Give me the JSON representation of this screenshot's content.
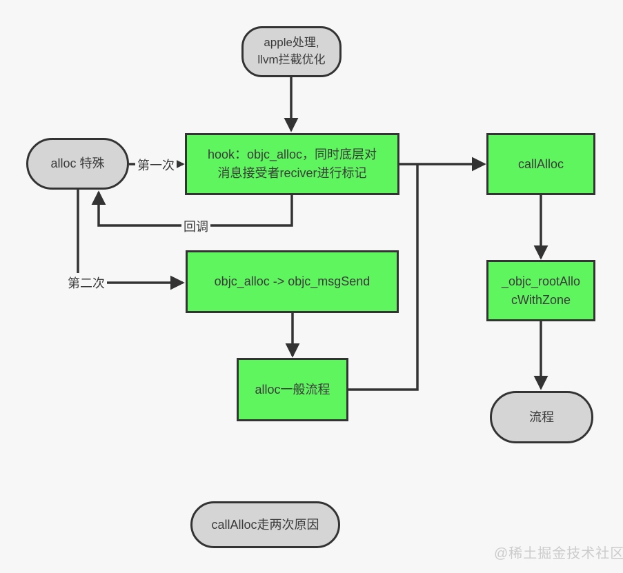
{
  "background": "#f7f7f7",
  "colors": {
    "node_green_fill": "#5ef55e",
    "node_gray_fill": "#d5d5d5",
    "border_and_line": "#333333",
    "text": "#3b3b3b",
    "watermark": "#cccccc"
  },
  "nodes": {
    "apple": {
      "label": "apple处理,\nllvm拦截优化"
    },
    "alloc_special": {
      "label": "alloc 特殊"
    },
    "hook": {
      "label": "hook：objc_alloc，同时底层对\n消息接受者reciver进行标记"
    },
    "call_alloc": {
      "label": "callAlloc"
    },
    "objc_msgsend": {
      "label": "objc_alloc -> objc_msgSend"
    },
    "alloc_general": {
      "label": "alloc一般流程"
    },
    "root_alloc_with_zone": {
      "label": "_objc_rootAllo\ncWithZone"
    },
    "flow": {
      "label": "流程"
    },
    "reason": {
      "label": "callAlloc走两次原因"
    }
  },
  "edge_labels": {
    "first": "第一次",
    "callback": "回调",
    "second": "第二次"
  },
  "watermark": "@稀土掘金技术社区"
}
